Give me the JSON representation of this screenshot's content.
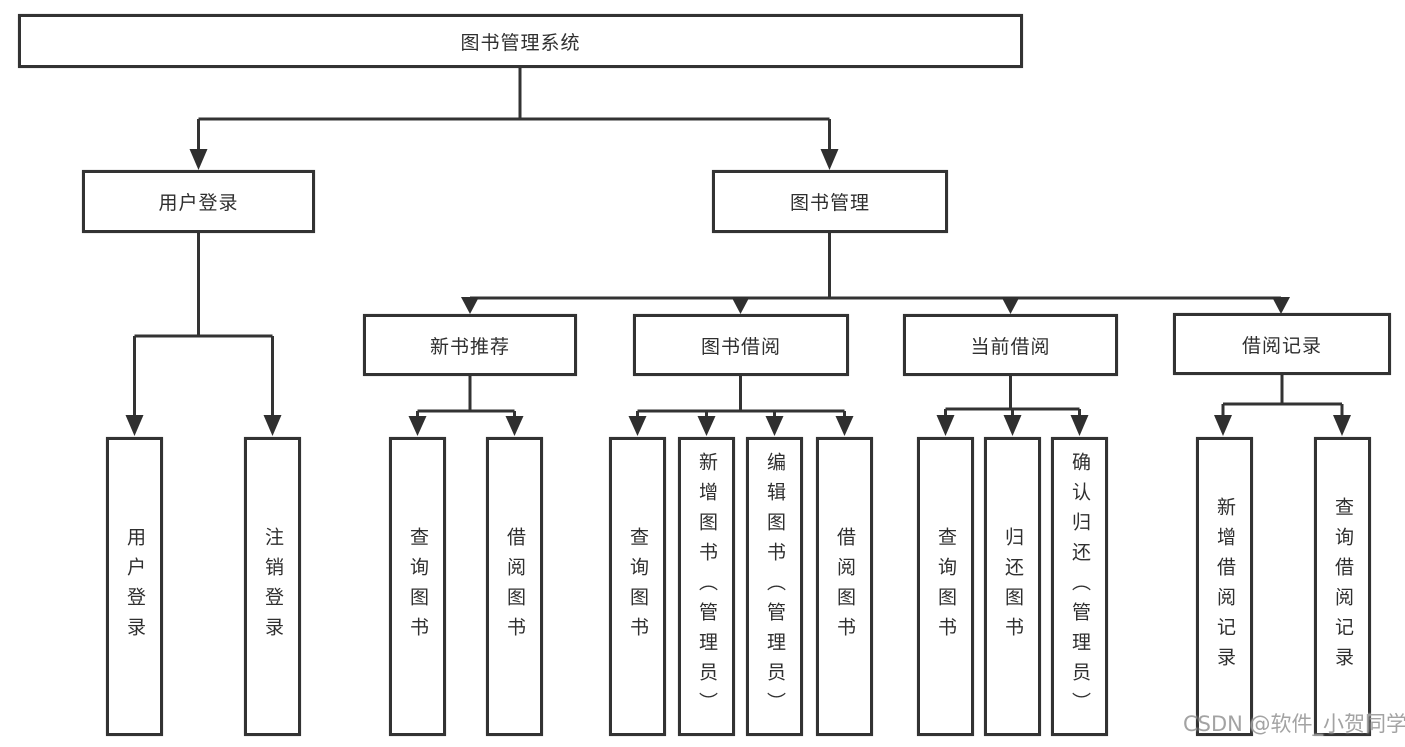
{
  "tree": {
    "label": "图书管理系统",
    "children": [
      {
        "label": "用户登录",
        "children": [
          {
            "label": "用户登录"
          },
          {
            "label": "注销登录"
          }
        ]
      },
      {
        "label": "图书管理",
        "children": [
          {
            "label": "新书推荐",
            "children": [
              {
                "label": "查询图书"
              },
              {
                "label": "借阅图书"
              }
            ]
          },
          {
            "label": "图书借阅",
            "children": [
              {
                "label": "查询图书"
              },
              {
                "label": "新增图书（管理员）"
              },
              {
                "label": "编辑图书（管理员）"
              },
              {
                "label": "借阅图书"
              }
            ]
          },
          {
            "label": "当前借阅",
            "children": [
              {
                "label": "查询图书"
              },
              {
                "label": "归还图书"
              },
              {
                "label": "确认归还（管理员）"
              }
            ]
          },
          {
            "label": "借阅记录",
            "children": [
              {
                "label": "新增借阅记录"
              },
              {
                "label": "查询借阅记录"
              }
            ]
          }
        ]
      }
    ]
  },
  "watermark": {
    "text": "CSDN @软件_小贺同学"
  },
  "colors": {
    "line": "#333333",
    "box_border": "#333333",
    "text": "#2f2f2f",
    "background": "#ffffff",
    "watermark": "#969696"
  }
}
